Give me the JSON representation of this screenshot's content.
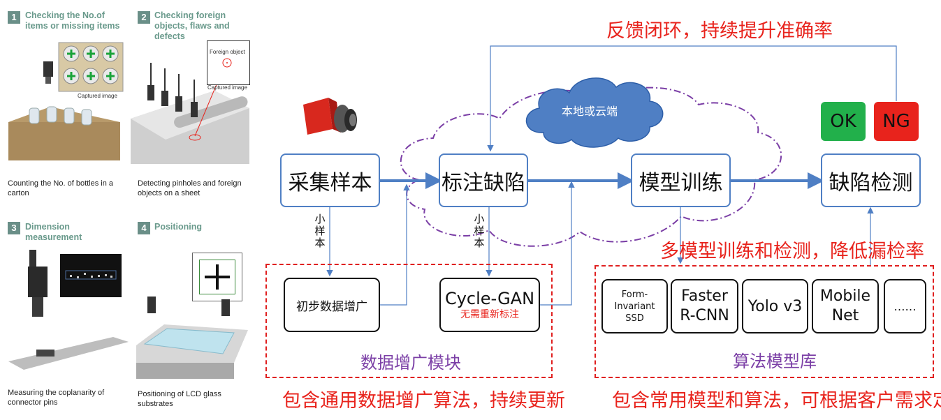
{
  "panels": [
    {
      "num": "1",
      "title": "Checking the No.of items or missing items",
      "inset": "Captured image",
      "caption": "Counting the No. of bottles in a carton"
    },
    {
      "num": "2",
      "title": "Checking foreign objects, flaws and defects",
      "inset_title": "Foreign object",
      "inset": "Captured image",
      "caption": "Detecting pinholes and foreign objects on a sheet"
    },
    {
      "num": "3",
      "title": "Dimension measurement",
      "caption": "Measuring the coplanarity of connector pins"
    },
    {
      "num": "4",
      "title": "Positioning",
      "caption": "Positioning of LCD glass substrates"
    }
  ],
  "flow": {
    "feedback_label": "反馈闭环，持续提升准确率",
    "cloud_label": "本地或云端",
    "steps": [
      "采集样本",
      "标注缺陷",
      "模型训练",
      "缺陷检测"
    ],
    "ok_label": "OK",
    "ng_label": "NG",
    "small_sample_1": "小样本",
    "small_sample_2": "小样本",
    "multi_model_label": "多模型训练和检测，降低漏检率"
  },
  "augmentation": {
    "item1": "初步数据增广",
    "item2": "Cycle-GAN",
    "item2_note": "无需重新标注",
    "module_label": "数据增广模块",
    "caption": "包含通用数据增广算法，持续更新"
  },
  "models": {
    "items": [
      {
        "line1": "Form-",
        "line2": "Invariant",
        "line3": "SSD"
      },
      {
        "line1": "Faster",
        "line2": "R-CNN"
      },
      {
        "line1": "Yolo v3"
      },
      {
        "line1": "Mobile",
        "line2": "Net"
      },
      {
        "line1": "……"
      }
    ],
    "library_label": "算法模型库",
    "caption": "包含常用模型和算法，可根据客户需求定制"
  },
  "colors": {
    "accent": "#4f7fc4",
    "red": "#e8231c",
    "purple": "#7b3fa6",
    "ok": "#22b04b",
    "ng": "#e8231c"
  }
}
